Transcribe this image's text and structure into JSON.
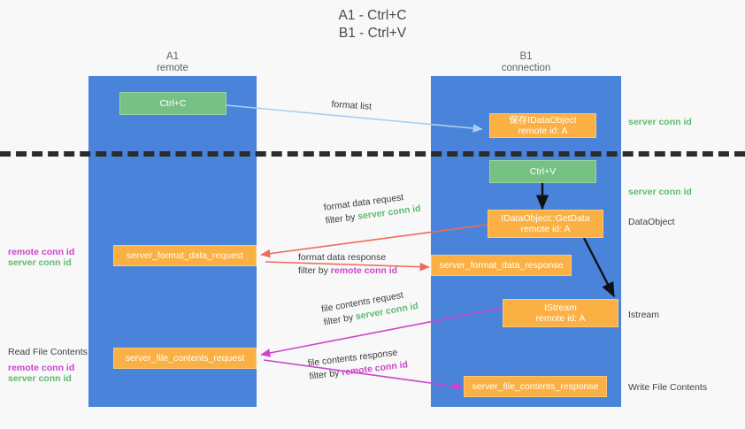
{
  "title": "A1 - Ctrl+C\nB1 - Ctrl+V",
  "colors": {
    "lane": "#4a84da",
    "box_orange": "#fbb043",
    "box_green": "#76c183",
    "server_conn": "#5dbb6d",
    "remote_conn": "#cc44cc",
    "arrow_blue": "#a9cff0",
    "arrow_red": "#ef6a5a",
    "arrow_magenta": "#cc44cc",
    "arrow_black": "#111111",
    "background": "#f8f8f8"
  },
  "columns": [
    {
      "name": "A1",
      "subtitle": "remote",
      "header": "A1\nremote"
    },
    {
      "name": "B1",
      "subtitle": "connection",
      "header": "B1\nconnection"
    }
  ],
  "boxes": {
    "ctrl_c": {
      "label": "Ctrl+C",
      "color": "green"
    },
    "save_dataobject": {
      "label": "保存IDataObject\nremote id: A",
      "color": "orange"
    },
    "ctrl_v": {
      "label": "Ctrl+V",
      "color": "green"
    },
    "getdata": {
      "label": "IDataObject::GetData\nremote id: A",
      "color": "orange"
    },
    "istream": {
      "label": "IStream\nremote id: A",
      "color": "orange"
    },
    "fmt_req": {
      "label": "server_format_data_request",
      "color": "orange"
    },
    "fmt_res": {
      "label": "server_format_data_response",
      "color": "orange"
    },
    "file_req": {
      "label": "server_file_contents_request",
      "color": "orange"
    },
    "file_res": {
      "label": "server_file_contents_response",
      "color": "orange"
    }
  },
  "right_labels": {
    "server_conn_id_top": "server conn id",
    "server_conn_id_mid": "server conn id",
    "dataobject": "DataObject",
    "istream": "Istream",
    "write_file_contents": "Write File Contents"
  },
  "left_labels": {
    "remote_conn_id_1": "remote conn id",
    "server_conn_id_1": "server conn id",
    "read_file_contents": "Read File Contents",
    "remote_conn_id_2": "remote conn id",
    "server_conn_id_2": "server conn id"
  },
  "edges": [
    {
      "id": "format-list",
      "line1": "format list",
      "line2": "",
      "filter_prefix": "",
      "filter_term": "",
      "filter_kind": ""
    },
    {
      "id": "format-data-request",
      "line1": "format data request",
      "line2": "filter by server conn id",
      "filter_prefix": "filter by ",
      "filter_term": "server conn id",
      "filter_kind": "server"
    },
    {
      "id": "format-data-response",
      "line1": "format data response",
      "line2": "filter by remote conn id",
      "filter_prefix": "filter by ",
      "filter_term": "remote conn id",
      "filter_kind": "remote"
    },
    {
      "id": "file-contents-request",
      "line1": "file contents request",
      "line2": "filter by server conn id",
      "filter_prefix": "filter by ",
      "filter_term": "server conn id",
      "filter_kind": "server"
    },
    {
      "id": "file-contents-response",
      "line1": "file contents response",
      "line2": "filter by remote conn id",
      "filter_prefix": "filter by ",
      "filter_term": "remote conn id",
      "filter_kind": "remote"
    }
  ]
}
